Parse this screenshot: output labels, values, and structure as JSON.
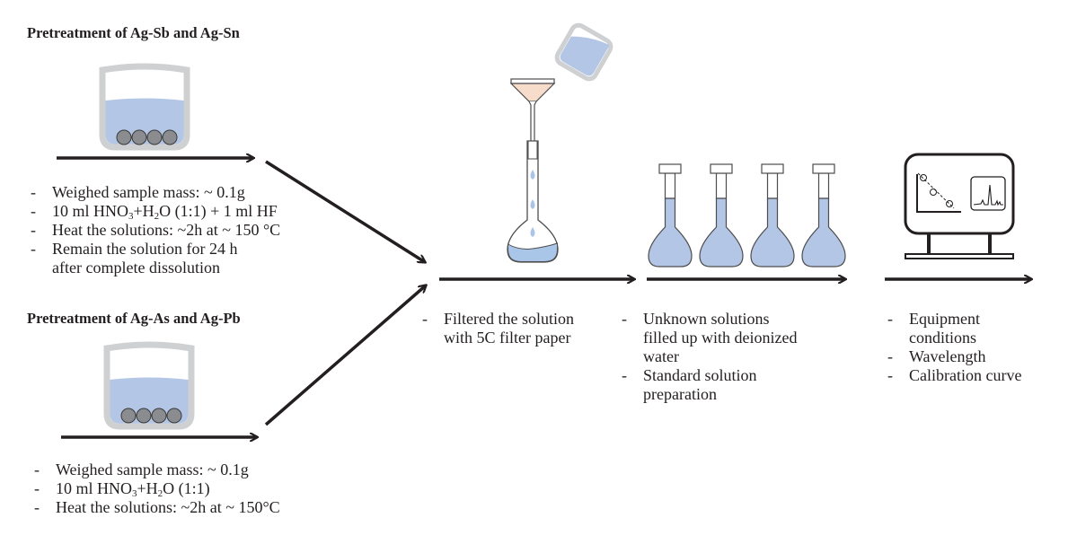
{
  "colors": {
    "liquid": "#b3c6e5",
    "vessel": "#cfd0d2",
    "pellet": "#8a8c8f",
    "filter_paper": "#f8dccb",
    "drop": "#a9c6e8",
    "arrow": "#231f20"
  },
  "section_sb_sn": {
    "heading": "Pretreatment of Ag-Sb and Ag-Sn",
    "steps": [
      {
        "bullet": "-",
        "parts": [
          "Weighed sample mass: ~ 0.1g"
        ]
      },
      {
        "bullet": "-",
        "pre": "10 ml HNO",
        "sub1": "3",
        "mid": "+H",
        "sub2": "2",
        "post": "O (1:1) + 1 ml HF"
      },
      {
        "bullet": "-",
        "parts": [
          "Heat the solutions: ~2h at ~ 150 °C"
        ]
      },
      {
        "bullet": "-",
        "parts": [
          "Remain the solution for 24 h",
          "after complete dissolution"
        ]
      }
    ]
  },
  "section_as_pb": {
    "heading": "Pretreatment of Ag-As and Ag-Pb",
    "steps": [
      {
        "bullet": "-",
        "parts": [
          "Weighed sample mass: ~ 0.1g"
        ]
      },
      {
        "bullet": "-",
        "pre": "10 ml HNO",
        "sub1": "3",
        "mid": "+H",
        "sub2": "2",
        "post": "O (1:1)"
      },
      {
        "bullet": "-",
        "parts": [
          "Heat the solutions: ~2h at ~ 150°C"
        ]
      }
    ]
  },
  "filtration": {
    "steps": [
      {
        "bullet": "-",
        "parts": [
          "Filtered the solution",
          "with 5C filter paper"
        ]
      }
    ]
  },
  "dilution": {
    "flask_count": 4,
    "steps": [
      {
        "bullet": "-",
        "parts": [
          "Unknown solutions",
          "filled up with deionized",
          "water"
        ]
      },
      {
        "bullet": "-",
        "parts": [
          "Standard solution",
          "preparation"
        ]
      }
    ]
  },
  "analysis": {
    "steps": [
      {
        "bullet": "-",
        "parts": [
          "Equipment",
          "conditions"
        ]
      },
      {
        "bullet": "-",
        "parts": [
          "Wavelength"
        ]
      },
      {
        "bullet": "-",
        "parts": [
          "Calibration curve"
        ]
      }
    ]
  }
}
